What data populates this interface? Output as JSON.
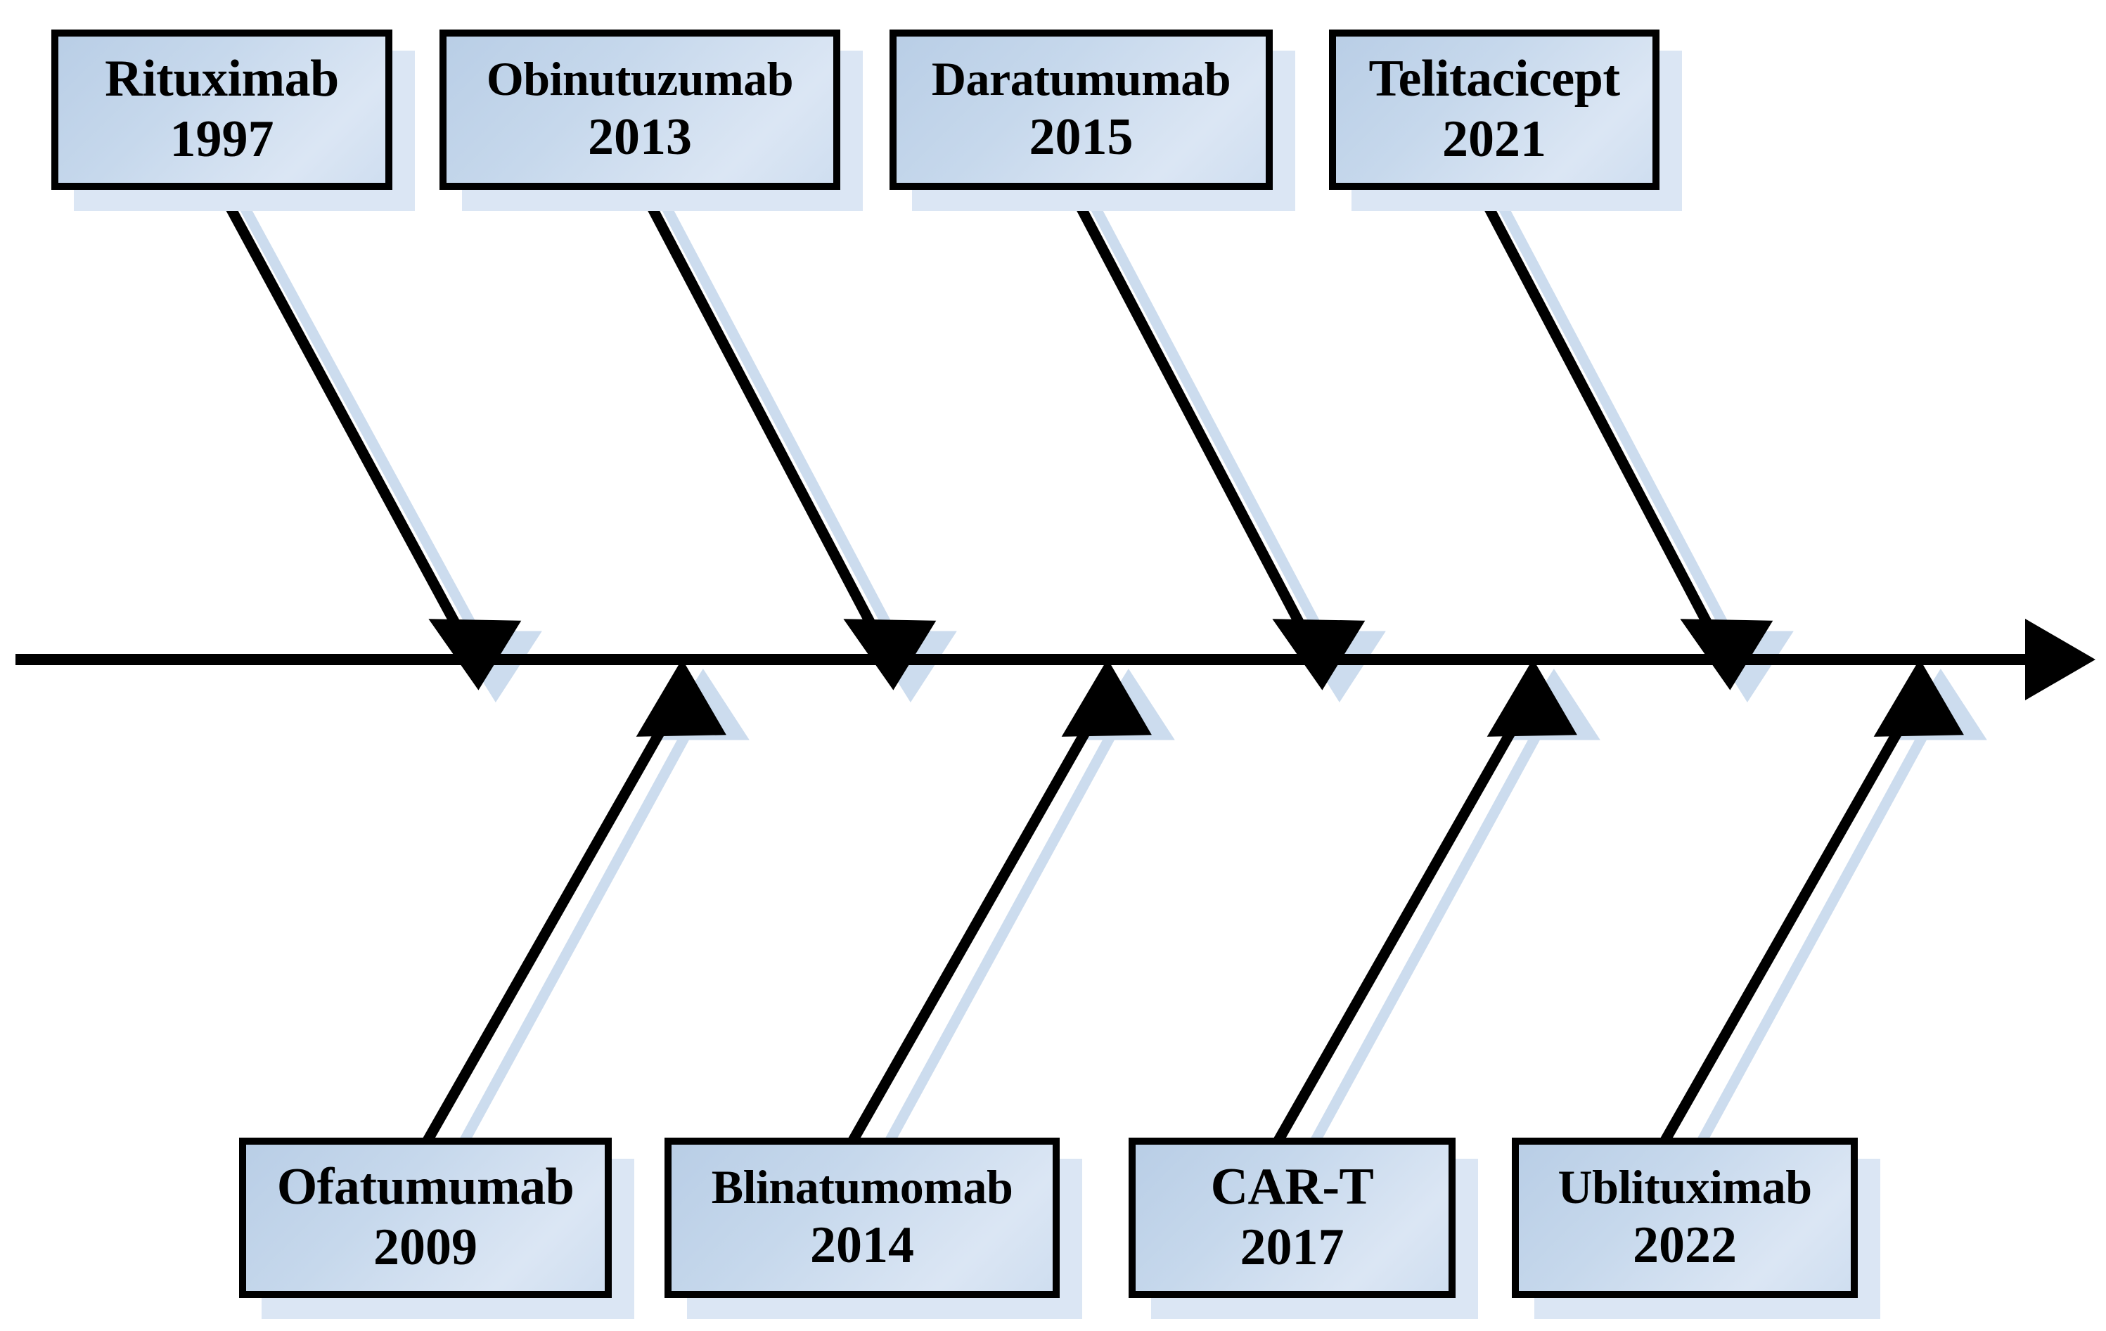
{
  "diagram": {
    "type": "timeline-fishbone",
    "title": "",
    "axis": {
      "orientation": "horizontal",
      "direction": "left-to-right",
      "has_end_arrowhead": true,
      "color": "#000000"
    },
    "colors": {
      "box_fill_light": "#dbe6f4",
      "box_fill_dark": "#b9cee6",
      "box_border": "#000000",
      "shadow": "#dbe6f4",
      "arrow": "#000000",
      "arrow_shadow": "#ccdcee"
    }
  },
  "events_above": [
    {
      "name": "Rituximab",
      "year": "1997"
    },
    {
      "name": "Obinutuzumab",
      "year": "2013"
    },
    {
      "name": "Daratumumab",
      "year": "2015"
    },
    {
      "name": "Telitacicept",
      "year": "2021"
    }
  ],
  "events_below": [
    {
      "name": "Ofatumumab",
      "year": "2009"
    },
    {
      "name": "Blinatumomab",
      "year": "2014"
    },
    {
      "name": "CAR-T",
      "year": "2017"
    },
    {
      "name": "Ublituximab",
      "year": "2022"
    }
  ],
  "chronological_order": [
    "Rituximab 1997",
    "Ofatumumab 2009",
    "Obinutuzumab 2013",
    "Blinatumomab 2014",
    "Daratumumab 2015",
    "CAR-T 2017",
    "Telitacicept 2021",
    "Ublituximab 2022"
  ]
}
